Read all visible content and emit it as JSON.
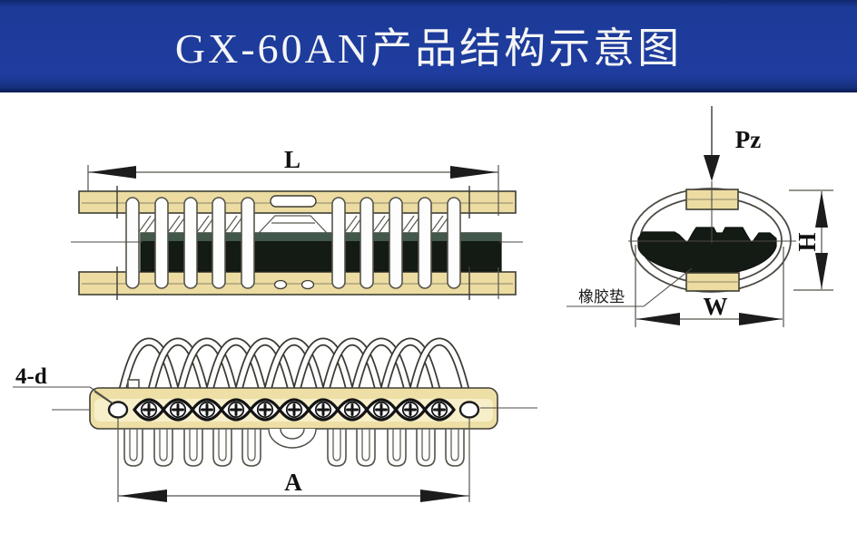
{
  "header": {
    "title": "GX-60AN产品结构示意图"
  },
  "labels": {
    "length_dim": "L",
    "load_arrow": "Pz",
    "height_dim": "H",
    "width_dim": "W",
    "rubber_pad": "橡胶垫",
    "mount_holes": "4-d",
    "hole_span_dim": "A"
  },
  "colors": {
    "header_bg": "#1c3a97",
    "header_text": "#f5f5f5",
    "metal_bar": "#ecdca2",
    "plate": "#eedfa6",
    "plate_highlight": "#f7efc9",
    "rubber": "#141b14",
    "rubber_top": "#41584b",
    "wire": "#fdfdfd",
    "canvas_bg": "#ffffff"
  }
}
